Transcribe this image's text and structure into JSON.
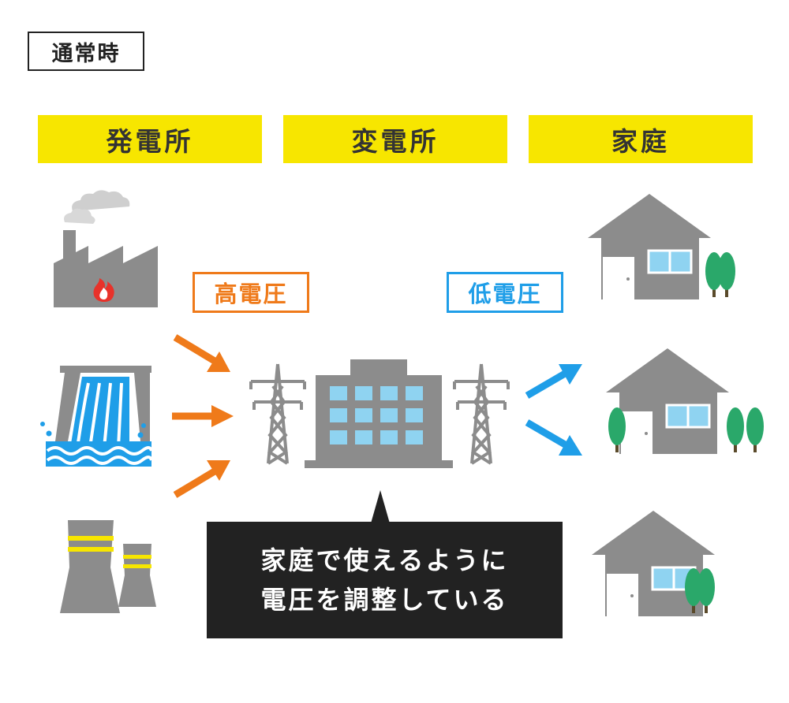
{
  "mode_label": "通常時",
  "columns": {
    "plant": "発電所",
    "substation": "変電所",
    "home": "家庭"
  },
  "voltages": {
    "high": "高電圧",
    "low": "低電圧"
  },
  "callout": {
    "line1": "家庭で使えるように",
    "line2": "電圧を調整している"
  },
  "colors": {
    "header_bg": "#f7e600",
    "high_voltage": "#ef7a1a",
    "low_voltage": "#1f9ee8",
    "building_gray": "#8c8c8c",
    "tree_green": "#2aa86a",
    "water_blue": "#1f9ee8",
    "callout_bg": "#222222"
  },
  "icons": [
    "thermal-plant-icon",
    "hydro-dam-icon",
    "nuclear-cooling-tower-icon",
    "transmission-tower-icon",
    "substation-building-icon",
    "house-icon",
    "tree-icon"
  ]
}
